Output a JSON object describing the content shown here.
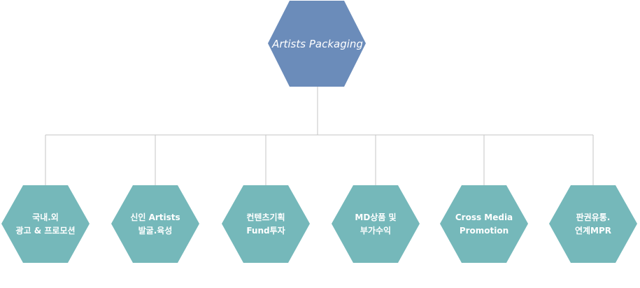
{
  "root": {
    "label": "Artists Packaging",
    "color": "#6b8cba"
  },
  "children": [
    {
      "line1": "국내.외",
      "line2": "광고 & 프로모션"
    },
    {
      "line1": "신인 Artists",
      "line2": "발굴.육성"
    },
    {
      "line1": "컨텐츠기획",
      "line2": "Fund투자"
    },
    {
      "line1": "MD상품 및",
      "line2": "부가수익"
    },
    {
      "line1": "Cross Media",
      "line2": "Promotion"
    },
    {
      "line1": "판권유통.",
      "line2": "연계MPR"
    }
  ],
  "colors": {
    "child": "#75b8ba",
    "connector": "#c4c4c4",
    "text": "#ffffff"
  }
}
